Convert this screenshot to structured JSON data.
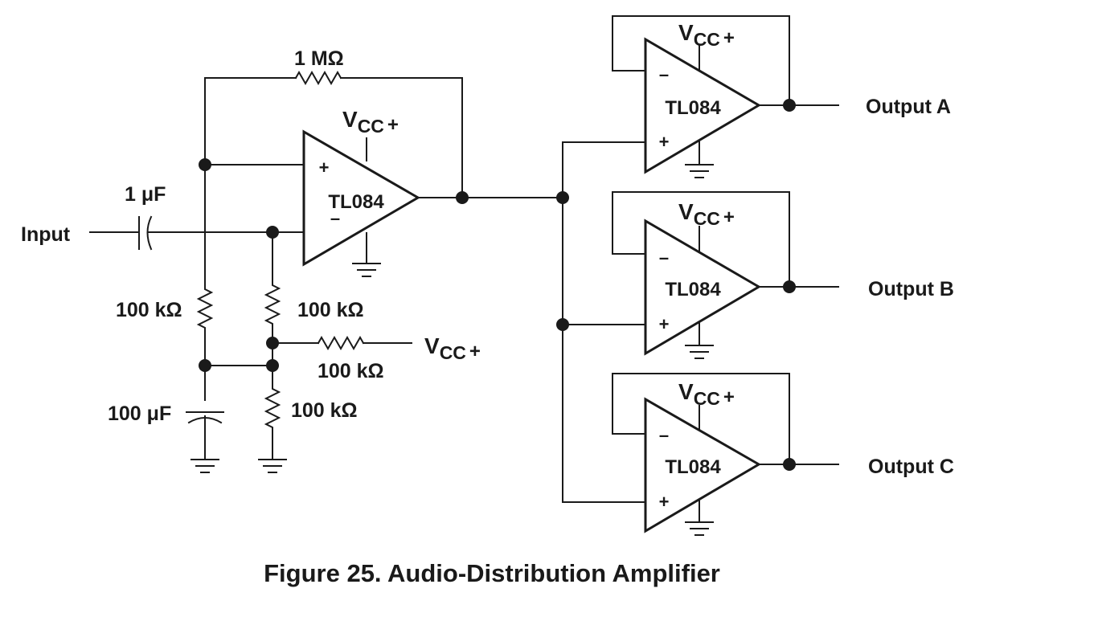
{
  "caption": "Figure 25.  Audio-Distribution Amplifier",
  "labels": {
    "input": "Input",
    "cap_in": "1 μF",
    "r_feedback": "1 MΩ",
    "r_left": "100 kΩ",
    "r_mid_top": "100 kΩ",
    "r_supply": "100 kΩ",
    "r_mid_bottom": "100 kΩ",
    "cap_bypass": "100 μF",
    "supply_v": "V",
    "supply_sub": "CC",
    "supply_sign": "+",
    "plus": "+",
    "minus": "–",
    "output_a": "Output A",
    "output_b": "Output B",
    "output_c": "Output C"
  },
  "opamps": {
    "input_stage": "TL084",
    "buffer_a": "TL084",
    "buffer_b": "TL084",
    "buffer_c": "TL084"
  }
}
